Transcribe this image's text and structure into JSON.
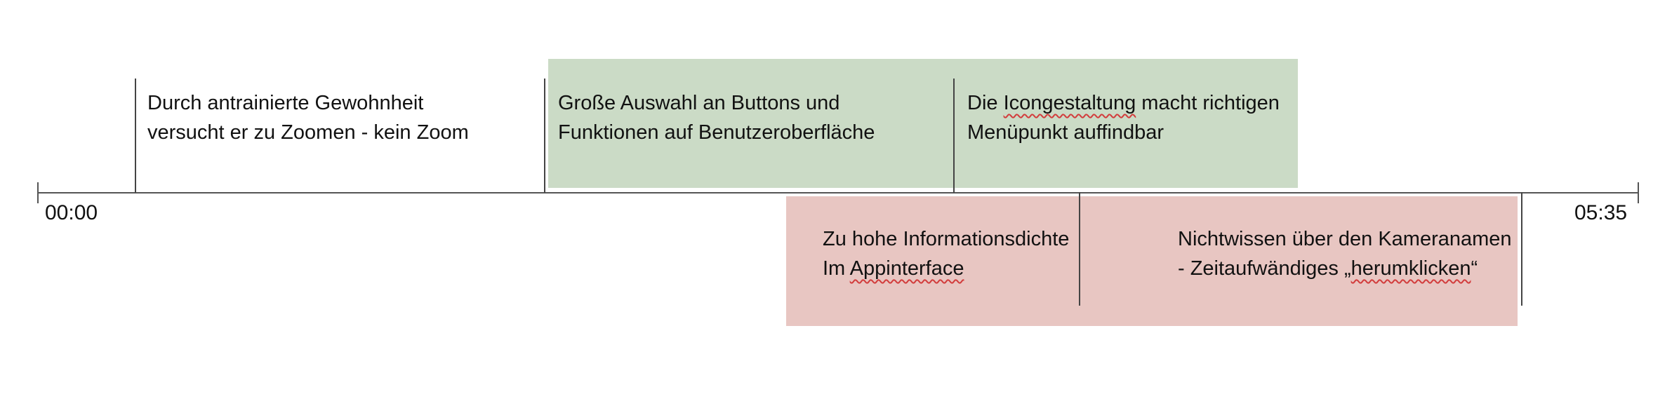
{
  "timeline": {
    "start_label": "00:00",
    "end_label": "05:35"
  },
  "events": [
    {
      "id": "habit-zoom",
      "line1": "Durch antrainierte Gewohnheit",
      "line2": "versucht er zu Zoomen - kein Zoom"
    },
    {
      "id": "many-buttons",
      "category": "positive",
      "line1": "Große Auswahl an Buttons und",
      "line2": "Funktionen auf Benutzeroberfläche"
    },
    {
      "id": "icon-design",
      "category": "positive",
      "line1_before": "Die ",
      "line1_flagged": "Icongestaltung",
      "line1_after": " macht richtigen",
      "line2": "Menüpunkt auffindbar"
    },
    {
      "id": "info-density",
      "category": "negative",
      "line1": "Zu hohe Informationsdichte",
      "line2_before": "Im ",
      "line2_flagged": "Appinterface",
      "line2_after": ""
    },
    {
      "id": "camera-names",
      "category": "negative",
      "line1": "Nichtwissen über den Kameranamen",
      "line2_before": "- Zeitaufwändiges „",
      "line2_flagged": "herumklicken",
      "line2_after": "“"
    }
  ],
  "colors": {
    "positive_band": "#cbdbc6",
    "negative_band": "#e8c6c2",
    "axis": "#555555",
    "spellcheck_underline": "#d23c3c"
  }
}
